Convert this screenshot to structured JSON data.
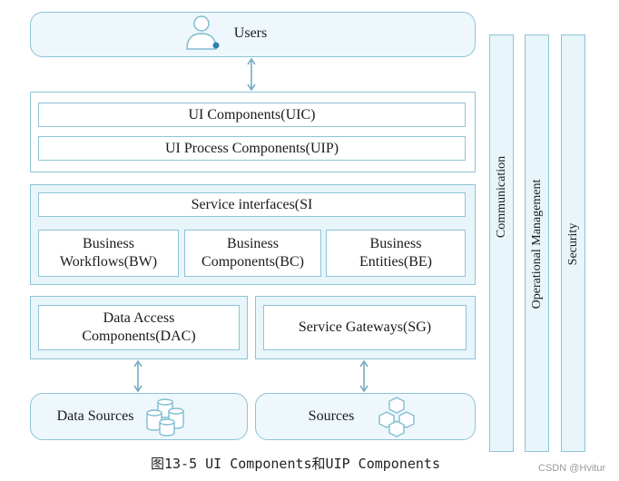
{
  "users": {
    "label": "Users"
  },
  "presentation": {
    "uic": "UI Components(UIC)",
    "uip": "UI Process Components(UIP)"
  },
  "business": {
    "si": "Service interfaces(SI",
    "bw_line1": "Business",
    "bw_line2": "Workflows(BW)",
    "bc_line1": "Business",
    "bc_line2": "Components(BC)",
    "be_line1": "Business",
    "be_line2": "Entities(BE)"
  },
  "data_layer": {
    "dac_line1": "Data Access",
    "dac_line2": "Components(DAC)",
    "sg": "Service Gateways(SG)"
  },
  "sources": {
    "data_sources": "Data Sources",
    "sources": "Sources"
  },
  "crosscutting": {
    "communication": "Communication",
    "operational": "Operational Management",
    "security": "Security"
  },
  "caption": "图13-5 UI Components和UIP Components",
  "watermark": "CSDN @Hvitur",
  "colors": {
    "border": "#8fc3d6",
    "panel": "#e8f5fa",
    "icon": "#7fbcd2"
  }
}
